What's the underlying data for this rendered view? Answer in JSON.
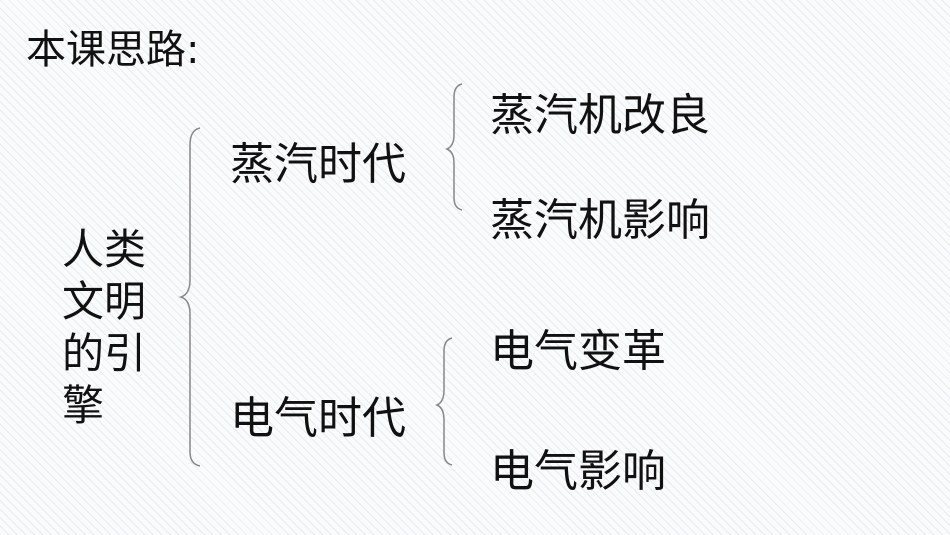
{
  "title": "本课思路:",
  "root": "人类文明的引擎",
  "branches": [
    {
      "label": "蒸汽时代",
      "children": [
        "蒸汽机改良",
        "蒸汽机影响"
      ]
    },
    {
      "label": "电气时代",
      "children": [
        "电气变革",
        "电气影响"
      ]
    }
  ]
}
